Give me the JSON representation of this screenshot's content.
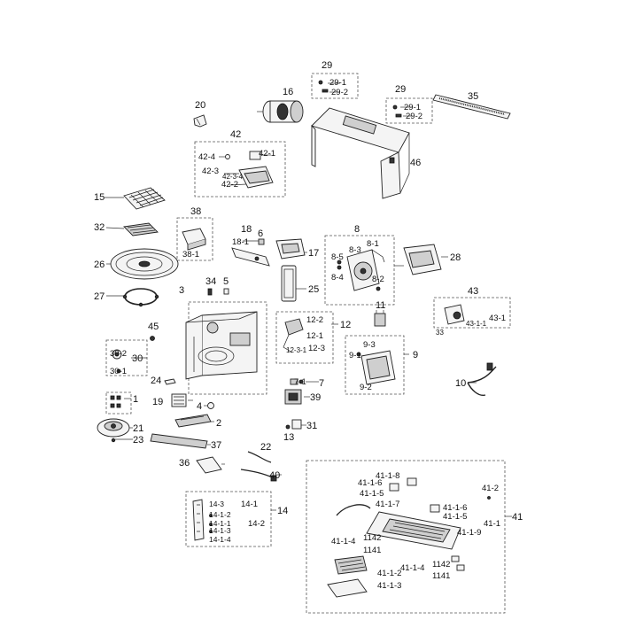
{
  "labels": {
    "p29a": "29",
    "p29a_1": "29-1",
    "p29a_2": "29-2",
    "p16": "16",
    "p20": "20",
    "p29b": "29",
    "p29b_1": "29-1",
    "p29b_2": "29-2",
    "p35": "35",
    "p42": "42",
    "p42_4": "42-4",
    "p42_1": "42-1",
    "p42_3": "42-3",
    "p42_3_4": "42-3-4",
    "p42_2": "42-2",
    "p46": "46",
    "p15": "15",
    "p32": "32",
    "p26": "26",
    "p27": "27",
    "p38": "38",
    "p38_1": "38-1",
    "p18": "18",
    "p18_1": "18-1",
    "p6": "6",
    "p17": "17",
    "p25": "25",
    "p8": "8",
    "p8_1": "8-1",
    "p8_3": "8-3",
    "p8_5": "8-5",
    "p8_4": "8-4",
    "p8_2": "8-2",
    "p28": "28",
    "p3": "3",
    "p34": "34",
    "p5": "5",
    "p45": "45",
    "p12": "12",
    "p12_2": "12-2",
    "p12_1": "12-1",
    "p12_3_1": "12-3-1",
    "p12_3": "12-3",
    "p11": "11",
    "p43": "43",
    "p43_1": "43-1",
    "p43_1_1": "43-1-1",
    "p33": "33",
    "p30": "30",
    "p30_2": "30-2",
    "p30_1": "30-1",
    "p9": "9",
    "p9_3": "9-3",
    "p9_1": "9-1",
    "p9_2": "9-2",
    "p24": "24",
    "p10": "10",
    "p7": "7",
    "p7_1": "7-1",
    "p1": "1",
    "p19": "19",
    "p4": "4",
    "p2": "2",
    "p39": "39",
    "p21": "21",
    "p23": "23",
    "p31": "31",
    "p13": "13",
    "p37": "37",
    "p22": "22",
    "p36": "36",
    "p40": "40",
    "p14": "14",
    "p14_3": "14-3",
    "p14_1": "14-1",
    "p14_2": "14-2",
    "p14_1_2": "14-1-2",
    "p14_1_1": "14-1-1",
    "p14_1_3": "14-1-3",
    "p14_2b": "14-2",
    "p14_1_4": "14-1-4",
    "p41": "41",
    "p41_1_8": "41-1-8",
    "p41_1_6a": "41-1-6",
    "p41_1_5a": "41-1-5",
    "p41_1_7": "41-1-7",
    "p41_1_6b": "41-1-6",
    "p41_1_5b": "41-1-5",
    "p41_2": "41-2",
    "p41_1": "41-1",
    "p41_1_9": "41-1-9",
    "p41_1_4a": "41-1-4",
    "p1142a": "1142",
    "p1141a": "1141",
    "p41_1_4b": "41-1-4",
    "p1142b": "1142",
    "p1141b": "1141",
    "p41_1_2": "41-1-2",
    "p41_1_3": "41-1-3"
  }
}
